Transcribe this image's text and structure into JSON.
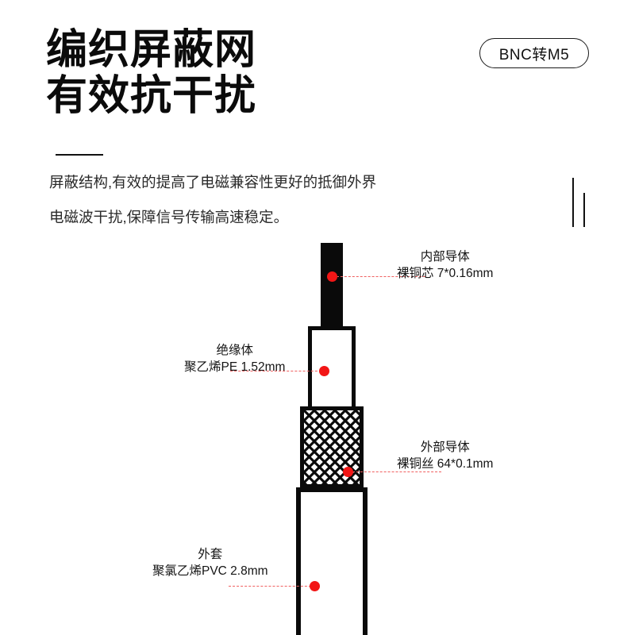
{
  "header": {
    "headline_line1": "编织屏蔽网",
    "headline_line2": "有效抗干扰",
    "badge_label": "BNC转M5",
    "subtitle_line1": "屏蔽结构,有效的提高了电磁兼容性更好的抵御外界",
    "subtitle_line2": "电磁波干扰,保障信号传输高速稳定。"
  },
  "diagram": {
    "callouts": [
      {
        "id": "inner-conductor",
        "title": "内部导体",
        "spec": "裸铜芯 7*0.16mm"
      },
      {
        "id": "insulator",
        "title": "绝缘体",
        "spec": "聚乙烯PE 1.52mm"
      },
      {
        "id": "outer-conductor",
        "title": "外部导体",
        "spec": "裸铜丝 64*0.1mm"
      },
      {
        "id": "jacket",
        "title": "外套",
        "spec": "聚氯乙烯PVC 2.8mm"
      }
    ]
  },
  "colors": {
    "text": "#111111",
    "marker_dot": "#f21616",
    "leader_line": "#f06060",
    "stroke": "#0a0a0a",
    "background": "#ffffff"
  }
}
